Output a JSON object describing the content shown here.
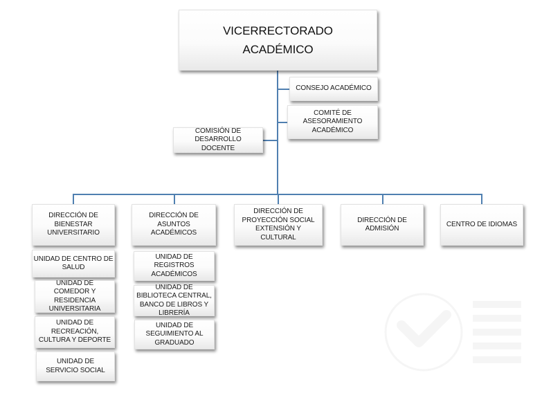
{
  "title": "Organigrama Vicerrectorado Académico",
  "colors": {
    "connector": "#4f7fb0",
    "box_top": "#ffffff",
    "box_bottom": "#e9e9e9",
    "text": "#1a1a1a"
  },
  "root": {
    "line1": "VICERRECTORADO",
    "line2": "ACADÉMICO"
  },
  "staff": {
    "consejo": "CONSEJO ACADÉMICO",
    "comite": "COMITÉ DE ASESORAMIENTO ACADÉMICO",
    "comision": "COMISIÓN DE DESARROLLO DOCENTE"
  },
  "directions": [
    {
      "label": "DIRECCIÓN DE BIENESTAR UNIVERSITARIO",
      "units": [
        "UNIDAD DE CENTRO DE SALUD",
        "UNIDAD DE COMEDOR Y RESIDENCIA UNIVERSITARIA",
        "UNIDAD DE RECREACIÓN, CULTURA Y DEPORTE",
        "UNIDAD DE SERVICIO SOCIAL"
      ]
    },
    {
      "label": "DIRECCIÓN DE ASUNTOS ACADÉMICOS",
      "units": [
        "UNIDAD DE REGISTROS ACADÉMICOS",
        "UNIDAD DE BIBLIOTECA CENTRAL, BANCO DE LIBROS Y LIBRERÍA",
        "UNIDAD DE SEGUIMIENTO AL GRADUADO"
      ]
    },
    {
      "label": "DIRECCIÓN DE PROYECCIÓN SOCIAL EXTENSIÓN Y CULTURAL",
      "units": []
    },
    {
      "label": "DIRECCIÓN DE ADMISIÓN",
      "units": []
    },
    {
      "label": "CENTRO DE IDIOMAS",
      "units": []
    }
  ],
  "watermark": {
    "icon": "check-circle-icon"
  }
}
